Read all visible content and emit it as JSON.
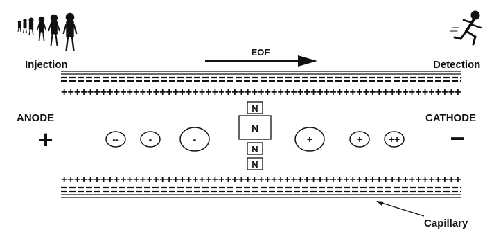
{
  "labels": {
    "injection": "Injection",
    "detection": "Detection",
    "eof": "EOF",
    "anode": "ANODE",
    "cathode": "CATHODE",
    "capillary": "Capillary"
  },
  "electrodes": {
    "anode_sign": "+",
    "cathode_sign": "−"
  },
  "surface_charges": {
    "top_positive": "+++++++++++++++++++++++++++++++++++++++++++++++++++++++++++++",
    "bottom_positive": "+++++++++++++++++++++++++++++++++++++++++++++++++++++++++++++"
  },
  "analytes": {
    "anions": [
      "--",
      "-",
      "-"
    ],
    "neutrals": [
      "N",
      "N",
      "N",
      "N"
    ],
    "cations": [
      "+",
      "+",
      "++"
    ]
  },
  "colors": {
    "ink": "#111111",
    "background": "#ffffff"
  },
  "icons": {
    "injection": "walking-people-icon",
    "detection": "running-person-icon"
  }
}
